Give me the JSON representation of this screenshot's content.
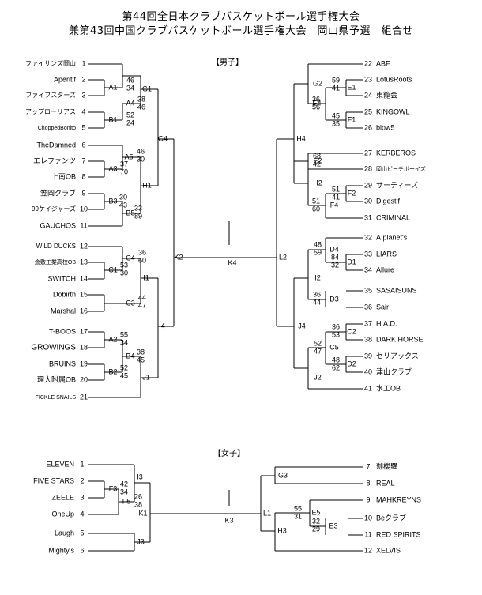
{
  "title": {
    "line1": "第44回全日本クラブバスケットボール選手権大会",
    "line2": "兼第43回中国クラブバスケットボール選手権大会　岡山県予選　組合せ"
  },
  "men": {
    "section_label": "【男子】",
    "final_label": "K4",
    "left_teams": [
      {
        "num": "1",
        "name": "ファイサンズ岡山"
      },
      {
        "num": "2",
        "name": "Aperitif"
      },
      {
        "num": "3",
        "name": "ファイブスターズ"
      },
      {
        "num": "4",
        "name": "アップローリアス"
      },
      {
        "num": "5",
        "name": "ChoppedBonito"
      },
      {
        "num": "6",
        "name": "TheDamned"
      },
      {
        "num": "7",
        "name": "エレファンツ"
      },
      {
        "num": "8",
        "name": "上南OB"
      },
      {
        "num": "9",
        "name": "笠岡クラブ"
      },
      {
        "num": "10",
        "name": "99ケイジャーズ"
      },
      {
        "num": "11",
        "name": "GAUCHOS"
      },
      {
        "num": "12",
        "name": "WILD DUCKS"
      },
      {
        "num": "13",
        "name": "倉敷工業高校OB"
      },
      {
        "num": "14",
        "name": "SWITCH"
      },
      {
        "num": "15",
        "name": "Dobirth"
      },
      {
        "num": "16",
        "name": "Marshal"
      },
      {
        "num": "17",
        "name": "T-BOOS"
      },
      {
        "num": "18",
        "name": "GROWINGS"
      },
      {
        "num": "19",
        "name": "BRUINS"
      },
      {
        "num": "20",
        "name": "理大附属OB"
      },
      {
        "num": "21",
        "name": "FICKLE SNAILS"
      }
    ],
    "right_teams": [
      {
        "num": "22",
        "name": "ABF"
      },
      {
        "num": "23",
        "name": "LotusRoots"
      },
      {
        "num": "24",
        "name": "東籠会"
      },
      {
        "num": "25",
        "name": "KINGOWL"
      },
      {
        "num": "26",
        "name": "blow5"
      },
      {
        "num": "27",
        "name": "KERBEROS"
      },
      {
        "num": "28",
        "name": "岡山ビーチボーイズ"
      },
      {
        "num": "29",
        "name": "サーティーズ"
      },
      {
        "num": "30",
        "name": "Digestif"
      },
      {
        "num": "31",
        "name": "CRIMINAL"
      },
      {
        "num": "32",
        "name": "A.planet's"
      },
      {
        "num": "33",
        "name": "LIARS"
      },
      {
        "num": "34",
        "name": "Allure"
      },
      {
        "num": "35",
        "name": "SASAISUNS"
      },
      {
        "num": "36",
        "name": "Sair"
      },
      {
        "num": "37",
        "name": "H.A.D."
      },
      {
        "num": "38",
        "name": "DARK HORSE"
      },
      {
        "num": "39",
        "name": "セリアックス"
      },
      {
        "num": "40",
        "name": "津山クラブ"
      },
      {
        "num": "41",
        "name": "水工OB"
      }
    ]
  },
  "women": {
    "section_label": "【女子】",
    "final_label": "K3",
    "left_teams": [
      {
        "num": "1",
        "name": "ELEVEN"
      },
      {
        "num": "2",
        "name": "FIVE STARS"
      },
      {
        "num": "3",
        "name": "ZEELE"
      },
      {
        "num": "4",
        "name": "OneUp"
      },
      {
        "num": "5",
        "name": "Laugh"
      },
      {
        "num": "6",
        "name": "Mighty's"
      }
    ],
    "right_teams": [
      {
        "num": "7",
        "name": "迦楼羅"
      },
      {
        "num": "8",
        "name": "REAL"
      },
      {
        "num": "9",
        "name": "MAHKREYNS"
      },
      {
        "num": "10",
        "name": "Beクラブ"
      },
      {
        "num": "11",
        "name": "RED SPIRITS"
      },
      {
        "num": "12",
        "name": "XELVIS"
      }
    ]
  },
  "matches": [
    {
      "label": "A1",
      "scores": [
        "46",
        "34"
      ]
    },
    {
      "label": "A4",
      "scores": [
        "38",
        "46"
      ]
    },
    {
      "label": "B1",
      "scores": [
        "52",
        "24"
      ]
    },
    {
      "label": "G1",
      "scores": []
    },
    {
      "label": "A5",
      "scores": [
        "46",
        "30"
      ]
    },
    {
      "label": "A3",
      "scores": [
        "37",
        "70"
      ]
    },
    {
      "label": "B3",
      "scores": [
        "30",
        "43"
      ]
    },
    {
      "label": "B5",
      "scores": [
        "33",
        "89"
      ]
    },
    {
      "label": "H1",
      "scores": []
    },
    {
      "label": "G4",
      "scores": []
    },
    {
      "label": "C4",
      "scores": [
        "36",
        "60"
      ]
    },
    {
      "label": "C1",
      "scores": [
        "53",
        "30"
      ]
    },
    {
      "label": "C3",
      "scores": [
        "44",
        "47"
      ]
    },
    {
      "label": "I1",
      "scores": []
    },
    {
      "label": "A2",
      "scores": [
        "55",
        "34"
      ]
    },
    {
      "label": "B4",
      "scores": [
        "38",
        "45"
      ]
    },
    {
      "label": "B2",
      "scores": [
        "52",
        "45"
      ]
    },
    {
      "label": "J1",
      "scores": []
    },
    {
      "label": "I4",
      "scores": []
    },
    {
      "label": "K2",
      "scores": []
    },
    {
      "label": "G2",
      "scores": [
        "36",
        "56"
      ]
    },
    {
      "label": "E1",
      "scores": [
        "59",
        "41"
      ]
    },
    {
      "label": "E4",
      "scores": []
    },
    {
      "label": "F1",
      "scores": [
        "45",
        "35"
      ]
    },
    {
      "label": "E2",
      "scores": [
        "68",
        "42"
      ]
    },
    {
      "label": "F2",
      "scores": [
        "51",
        "41"
      ]
    },
    {
      "label": "F4",
      "scores": [
        "51",
        "60"
      ]
    },
    {
      "label": "H2",
      "scores": []
    },
    {
      "label": "H4",
      "scores": []
    },
    {
      "label": "D4",
      "scores": [
        "48",
        "59"
      ]
    },
    {
      "label": "D1",
      "scores": [
        "84",
        "32"
      ]
    },
    {
      "label": "D3",
      "scores": [
        "36",
        "44"
      ]
    },
    {
      "label": "I2",
      "scores": []
    },
    {
      "label": "C2",
      "scores": [
        "36",
        "53"
      ]
    },
    {
      "label": "C5",
      "scores": [
        "52",
        "47"
      ]
    },
    {
      "label": "D2",
      "scores": [
        "48",
        "62"
      ]
    },
    {
      "label": "J2",
      "scores": []
    },
    {
      "label": "J4",
      "scores": []
    },
    {
      "label": "L2",
      "scores": []
    },
    {
      "label": "F3",
      "scores": [
        "42",
        "34"
      ]
    },
    {
      "label": "F5",
      "scores": [
        "26",
        "38"
      ]
    },
    {
      "label": "I3",
      "scores": []
    },
    {
      "label": "J3",
      "scores": []
    },
    {
      "label": "K1",
      "scores": []
    },
    {
      "label": "G3",
      "scores": []
    },
    {
      "label": "E5",
      "scores": [
        "55",
        "31"
      ]
    },
    {
      "label": "E3",
      "scores": [
        "32",
        "29"
      ]
    },
    {
      "label": "H3",
      "scores": []
    },
    {
      "label": "L1",
      "scores": []
    }
  ]
}
